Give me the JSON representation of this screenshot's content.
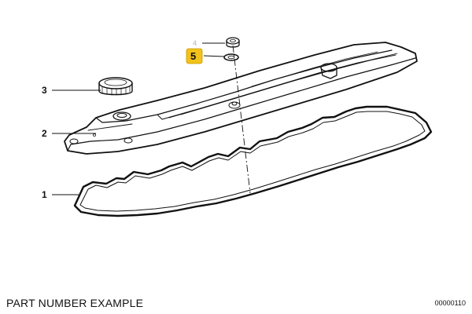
{
  "caption": "PART NUMBER EXAMPLE",
  "diagram_code": "00000110",
  "callouts": [
    {
      "id": "1",
      "label": "1"
    },
    {
      "id": "2",
      "label": "2"
    },
    {
      "id": "3",
      "label": "3"
    },
    {
      "id": "4",
      "label": "4"
    },
    {
      "id": "5",
      "label": "5",
      "highlighted": true
    }
  ],
  "colors": {
    "ink": "#111111",
    "highlight": "#f2c21b",
    "background": "#ffffff"
  }
}
